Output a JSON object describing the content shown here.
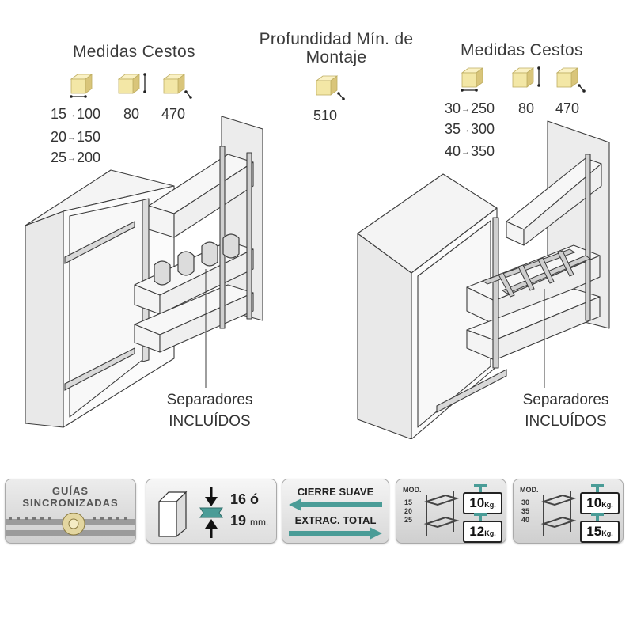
{
  "left": {
    "header": "Medidas Cestos",
    "widths": [
      "15",
      "20",
      "25"
    ],
    "heights": [
      "100",
      "150",
      "200"
    ],
    "height_value": "80",
    "depth_value": "470",
    "separators_line1": "Separadores",
    "separators_line2": "INCLUÍDOS"
  },
  "center": {
    "header_line1": "Profundidad Mín. de",
    "header_line2": "Montaje",
    "value": "510"
  },
  "right": {
    "header": "Medidas Cestos",
    "widths": [
      "30",
      "35",
      "40"
    ],
    "heights": [
      "250",
      "300",
      "350"
    ],
    "height_value": "80",
    "depth_value": "470",
    "separators_line1": "Separadores",
    "separators_line2": "INCLUÍDOS"
  },
  "badges": {
    "guides": {
      "line1": "GUÍAS",
      "line2": "SINCRONIZADAS"
    },
    "thickness": {
      "value_line1": "16 ó",
      "value_line2": "19",
      "unit": "mm."
    },
    "closing": {
      "line1": "CIERRE SUAVE",
      "line2": "EXTRAC. TOTAL"
    },
    "load_small": {
      "mod_label": "MOD.",
      "models": [
        "15",
        "20",
        "25"
      ],
      "top_load": "10",
      "bottom_load": "12",
      "unit": "Kg."
    },
    "load_large": {
      "mod_label": "MOD.",
      "models": [
        "30",
        "35",
        "40"
      ],
      "top_load": "10",
      "bottom_load": "15",
      "unit": "Kg."
    }
  },
  "colors": {
    "cube": "#f3e7a6",
    "cube_dark": "#d9c57a",
    "line": "#3c3c3c",
    "teal": "#4a9c97",
    "grey_badge": "#d6d6d6"
  }
}
